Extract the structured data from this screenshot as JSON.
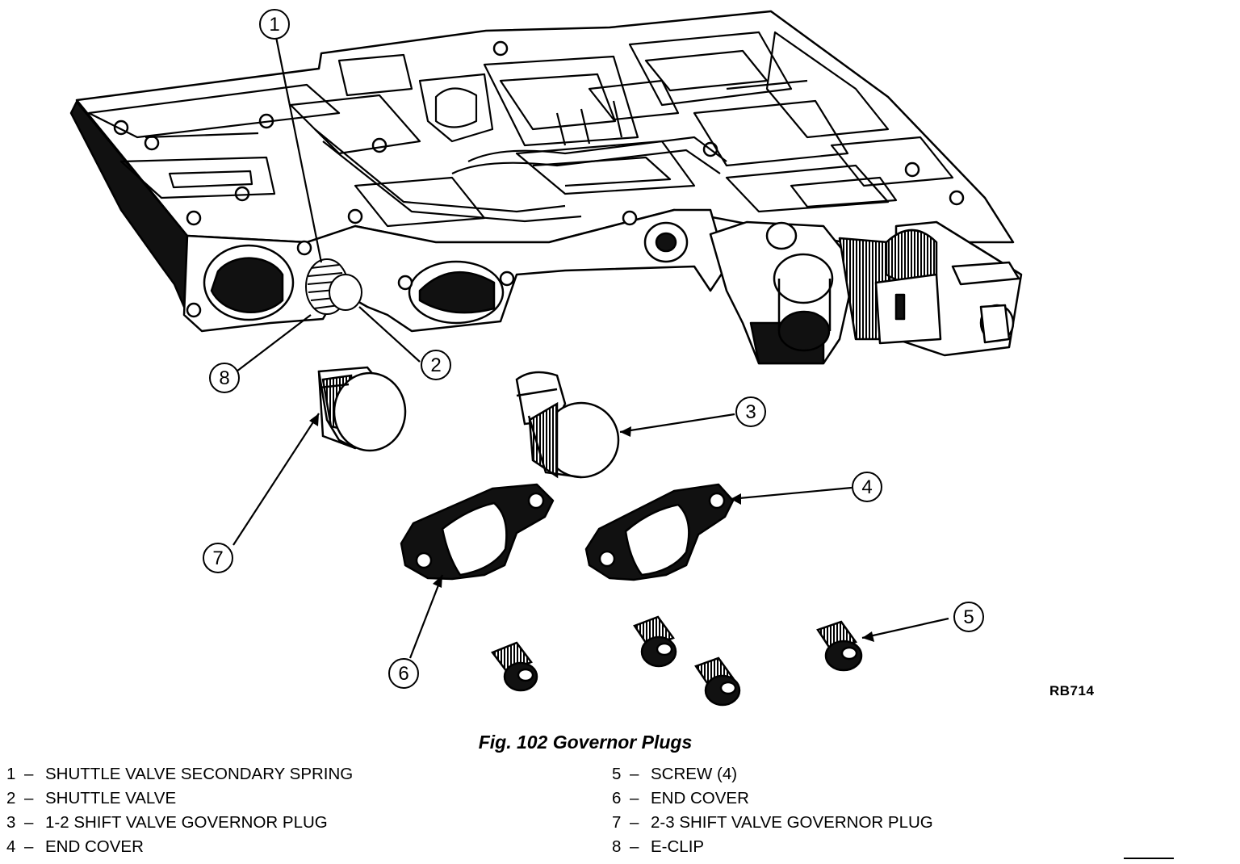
{
  "figure": {
    "code": "RB714",
    "caption": "Fig. 102 Governor Plugs"
  },
  "callouts": [
    {
      "num": "1"
    },
    {
      "num": "2"
    },
    {
      "num": "3"
    },
    {
      "num": "4"
    },
    {
      "num": "5"
    },
    {
      "num": "6"
    },
    {
      "num": "7"
    },
    {
      "num": "8"
    }
  ],
  "legend": {
    "left": [
      {
        "num": "1",
        "label": "SHUTTLE VALVE SECONDARY SPRING"
      },
      {
        "num": "2",
        "label": "SHUTTLE VALVE"
      },
      {
        "num": "3",
        "label": "1-2 SHIFT VALVE GOVERNOR PLUG"
      },
      {
        "num": "4",
        "label": "END COVER"
      }
    ],
    "right": [
      {
        "num": "5",
        "label": "SCREW (4)"
      },
      {
        "num": "6",
        "label": "END COVER"
      },
      {
        "num": "7",
        "label": "2-3 SHIFT VALVE GOVERNOR PLUG"
      },
      {
        "num": "8",
        "label": "E-CLIP"
      }
    ],
    "dash": "–"
  }
}
